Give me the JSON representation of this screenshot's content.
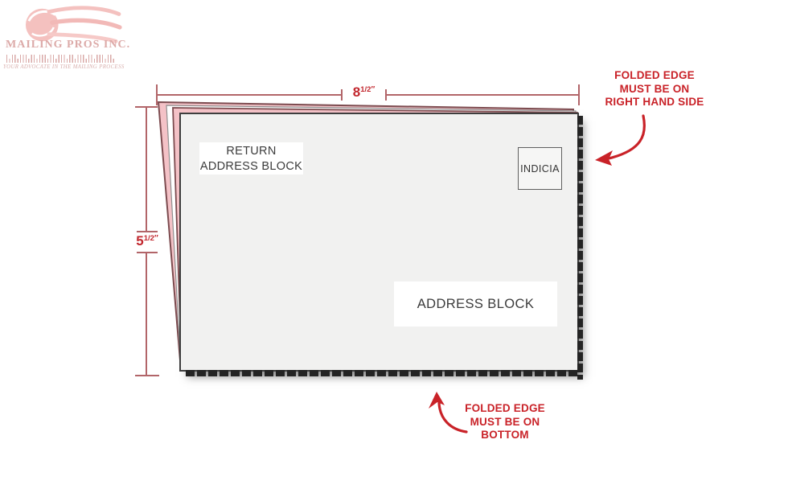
{
  "logo": {
    "company_name": "MAILING PROS INC.",
    "tagline": "YOUR ADVOCATE IN THE MAILING PROCESS",
    "icons": {
      "swirl": "pink-wind-swirl-icon",
      "barcode": "postnet-barcode-icon"
    },
    "text_color": "#dcaaa8"
  },
  "dimensions": {
    "width": {
      "whole": "8",
      "fraction": "1/2",
      "unit": "″"
    },
    "height": {
      "whole": "5",
      "fraction": "1/2",
      "unit": "″"
    },
    "line_color": "#b26569",
    "label_color": "#c2272e"
  },
  "mailer": {
    "return_address_block": {
      "line1": "RETURN",
      "line2": "ADDRESS BLOCK"
    },
    "indicia_label": "INDICIA",
    "address_block_label": "ADDRESS BLOCK",
    "front_sheet_color": "#f1f1f0",
    "back_sheet_color": "#f4c2c7",
    "back_sheet_edge_color": "#7c4b4f"
  },
  "annotations": {
    "color": "#c92228",
    "folded_edge_right": {
      "line1": "FOLDED EDGE",
      "line2": "MUST BE ON",
      "line3": "RIGHT HAND SIDE"
    },
    "folded_edge_bottom": {
      "line1": "FOLDED EDGE",
      "line2": "MUST BE ON",
      "line3": "BOTTOM"
    }
  }
}
